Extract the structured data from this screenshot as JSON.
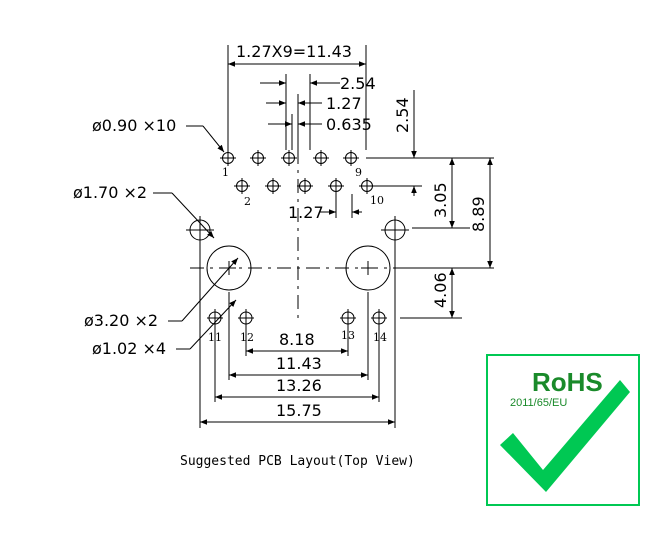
{
  "drawing": {
    "caption": "Suggested PCB Layout(Top View)",
    "dimensions": {
      "pitch_row": "1.27X9=11.43",
      "d_254_h": "2.54",
      "d_127_h": "1.27",
      "d_0635": "0.635",
      "d_254_v": "2.54",
      "d_305": "3.05",
      "d_889": "8.89",
      "d_127_b": "1.27",
      "d_406": "4.06",
      "d_818": "8.18",
      "d_1143": "11.43",
      "d_1326": "13.26",
      "d_1575": "15.75"
    },
    "hole_callouts": {
      "small_pins": "ø0.90 ×10",
      "led_holes": "ø1.70 ×2",
      "mount_holes": "ø3.20 ×2",
      "shield_pins": "ø1.02 ×4"
    },
    "pin_labels": {
      "p1": "1",
      "p2": "2",
      "p9": "9",
      "p10": "10",
      "p11": "11",
      "p12": "12",
      "p13": "13",
      "p14": "14"
    }
  },
  "rohs_badge": {
    "title": "RoHS",
    "directive": "2011/65/EU",
    "accent_color": "#00c853",
    "icon": "checkmark-icon"
  }
}
